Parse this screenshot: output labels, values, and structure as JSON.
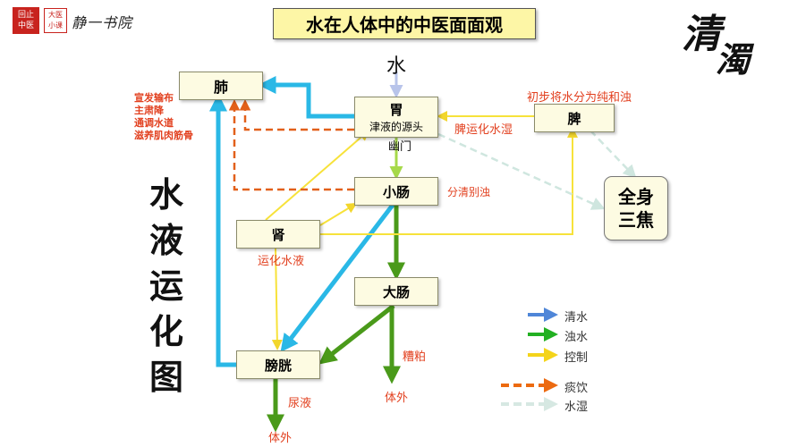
{
  "title": "水在人体中的中医面面观",
  "logo": {
    "seal_top": "回止",
    "seal_bottom": "中医",
    "course_top": "大医",
    "course_bottom": "小课",
    "brand": "静一书院"
  },
  "corner_text": {
    "top": "清",
    "bottom": "濁"
  },
  "side_title": [
    "水",
    "液",
    "运",
    "化",
    "图"
  ],
  "nodes": {
    "lung": "肺",
    "stomach": "胃",
    "stomach_sub": "津液的源头",
    "spleen": "脾",
    "small_intestine": "小肠",
    "kidney": "肾",
    "large_intestine": "大肠",
    "bladder": "膀胱",
    "sanjiao_line1": "全身",
    "sanjiao_line2": "三焦"
  },
  "labels": {
    "water_in": "水",
    "pylorus": "幽门",
    "spleen_top": "初步将水分为纯和浊",
    "spleen_left": "脾运化水湿",
    "separate": "分清别浊",
    "kidney_below": "运化水液",
    "dregs": "糟粕",
    "outside_1": "体外",
    "urine": "尿液",
    "outside_2": "体外"
  },
  "lung_notes": [
    "宣发输布",
    "主肃降",
    "通调水道",
    "滋养肌肉筋骨"
  ],
  "legend": [
    {
      "label": "清水",
      "color": "#4f86d8"
    },
    {
      "label": "浊水",
      "color": "#22b022"
    },
    {
      "label": "控制",
      "color": "#f4d41a"
    },
    {
      "label": "痰饮",
      "color": "#ec6a10"
    },
    {
      "label": "水湿",
      "color": "#d6e8e2"
    }
  ],
  "colors": {
    "clear_water": "#2ab8e6",
    "turbid_water": "#4a9a1a",
    "control": "#f7e23a",
    "phlegm": "#e2601a",
    "dampness": "#cfe6df",
    "label_red": "#e2401f"
  }
}
